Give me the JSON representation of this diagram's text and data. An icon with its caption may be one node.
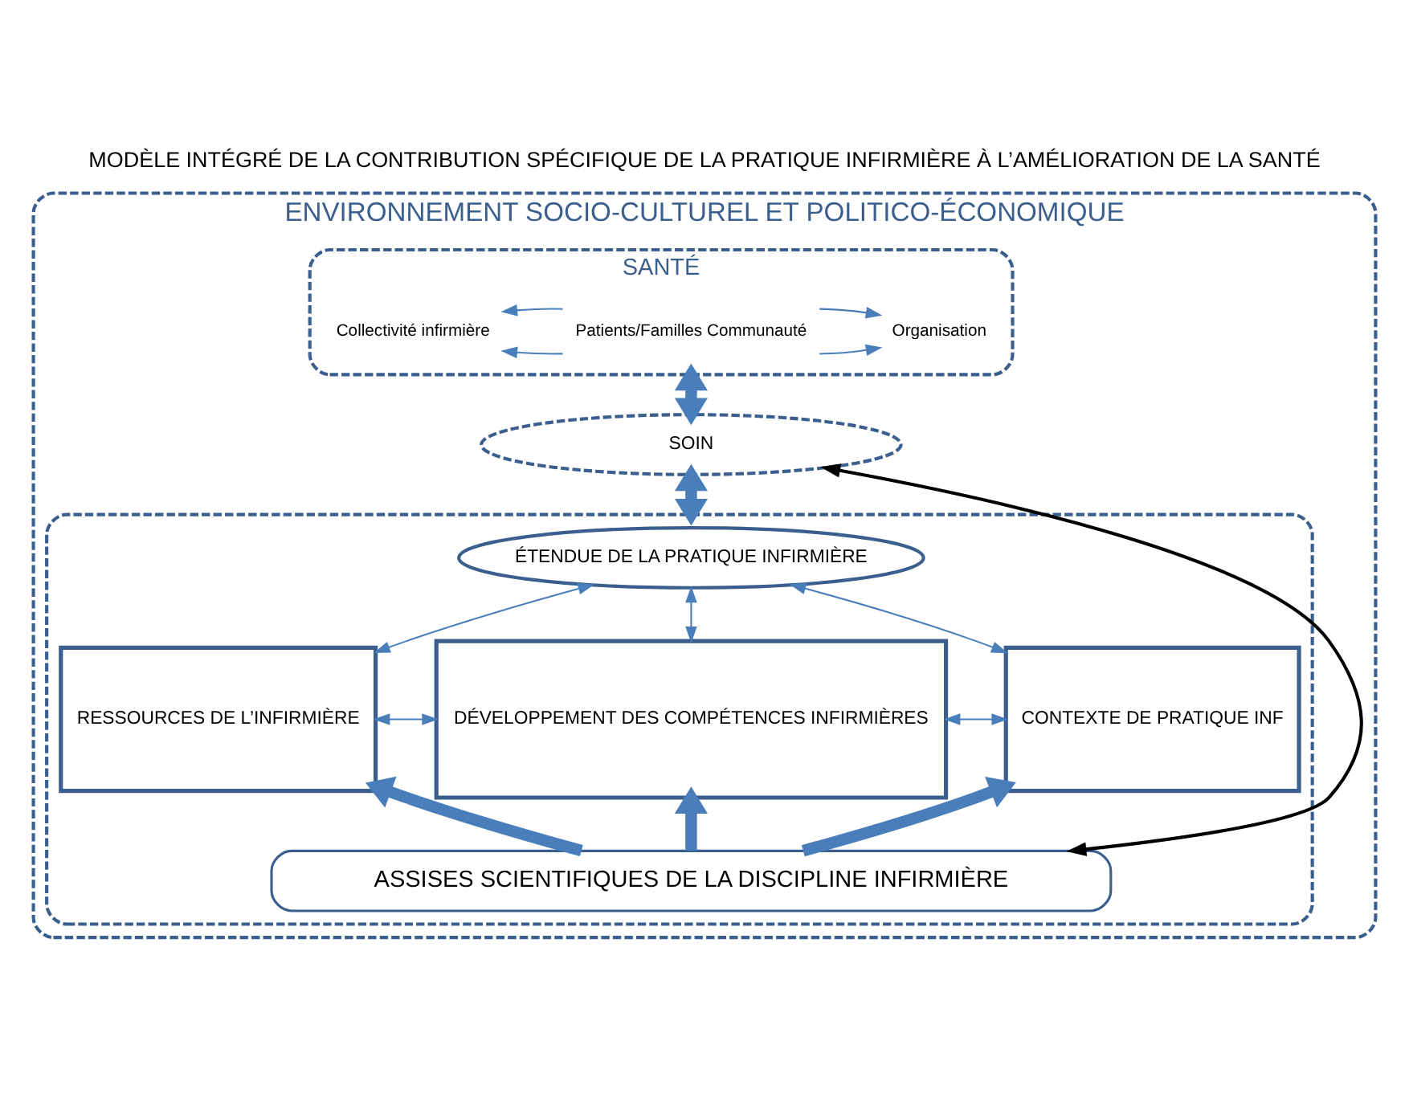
{
  "diagram": {
    "title": "MODÈLE INTÉGRÉ DE LA CONTRIBUTION SPÉCIFIQUE DE LA PRATIQUE INFIRMIÈRE À L’AMÉLIORATION DE LA SANTÉ",
    "nodes": [
      {
        "text": [
          "ENVIRONNEMENT SOCIO-CULTUREL ET POLITICO-ÉCONOMIQUE"
        ]
      },
      {
        "text": [
          "SANTÉ"
        ],
        "in": 0
      },
      {
        "text": [
          "Patients/Familles Communauté"
        ],
        "in": 1
      },
      {
        "text": [
          "Collectivité infirmière"
        ],
        "in": 1
      },
      {
        "text": [
          "Organisation"
        ],
        "in": 1
      },
      {
        "text": [
          "SOIN"
        ],
        "in": 0
      },
      {
        "text": [],
        "shape": "box",
        "in": 0
      },
      {
        "text": [
          "ÉTENDUE DE LA PRATIQUE INFIRMIÈRE"
        ],
        "in": 6
      },
      {
        "text": [
          "RESSOURCES DE L’INFIRMIÈRE"
        ],
        "in": 6
      },
      {
        "text": [
          "DÉVELOPPEMENT DES COMPÉTENCES INFIRMIÈRES"
        ],
        "in": 6
      },
      {
        "text": [
          "CONTEXTE DE PRATIQUE INF"
        ],
        "in": 6
      },
      {
        "text": [
          "ASSISES SCIENTIFIQUES DE LA DISCIPLINE INFIRMIÈRE"
        ],
        "in": 6
      }
    ],
    "edges": [
      {
        "from": 2,
        "to": 3,
        "arrow": "to"
      },
      {
        "from": 2,
        "to": 3,
        "arrow": "to"
      },
      {
        "from": 2,
        "to": 4,
        "arrow": "to"
      },
      {
        "from": 2,
        "to": 4,
        "arrow": "to"
      },
      {
        "from": 1,
        "to": 5,
        "arrow": "both",
        "style": "thick"
      },
      {
        "from": 5,
        "to": 6,
        "arrow": "both",
        "style": "thick"
      },
      {
        "from": 7,
        "to": 8,
        "arrow": "both"
      },
      {
        "from": 7,
        "to": 9,
        "arrow": "both"
      },
      {
        "from": 7,
        "to": 10,
        "arrow": "both"
      },
      {
        "from": 8,
        "to": 9,
        "arrow": "both"
      },
      {
        "from": 9,
        "to": 10,
        "arrow": "both"
      },
      {
        "from": 11,
        "to": 8,
        "arrow": "to",
        "style": "thick"
      },
      {
        "from": 11,
        "to": 9,
        "arrow": "to",
        "style": "thick"
      },
      {
        "from": 11,
        "to": 10,
        "arrow": "to",
        "style": "thick"
      },
      {
        "from": 11,
        "to": 5,
        "arrow": "both",
        "color": "#000000"
      }
    ]
  }
}
